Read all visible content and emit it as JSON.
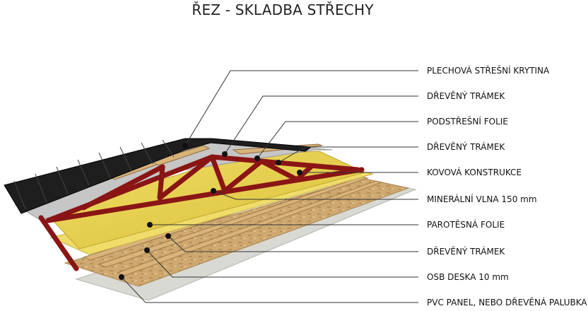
{
  "title": "ŘEZ - SKLADBA STŘECHY",
  "layers": [
    {
      "label": "PLECHOVÁ STŘEŠNÍ KRYTINA"
    },
    {
      "label": "DŘEVĚNÝ TRÁMEK"
    },
    {
      "label": "PODSTŘEŠNÍ FOLIE"
    },
    {
      "label": "DŘEVĚNÝ TRÁMEK"
    },
    {
      "label": "KOVOVÁ KONSTRUKCE"
    },
    {
      "label": "MINERÁLNÍ VLNA 150 mm"
    },
    {
      "label": "PAROTĚSNÁ FOLIE"
    },
    {
      "label": "DŘEVĚNÝ TRÁMEK"
    },
    {
      "label": "OSB DESKA 10 mm"
    },
    {
      "label": "PVC PANEL, NEBO DŘEVĚNÁ PALUBKA"
    }
  ],
  "colors": {
    "roofing": "#1e1e1e",
    "underlay_foil": "#c9c9c9",
    "mineral_wool": "#e9d34a",
    "steel_truss": "#8a1515",
    "osb": "#caa56a",
    "timber": "#d8b37a",
    "pvc_panel": "#d9d9d4",
    "leader_line": "#333333"
  }
}
